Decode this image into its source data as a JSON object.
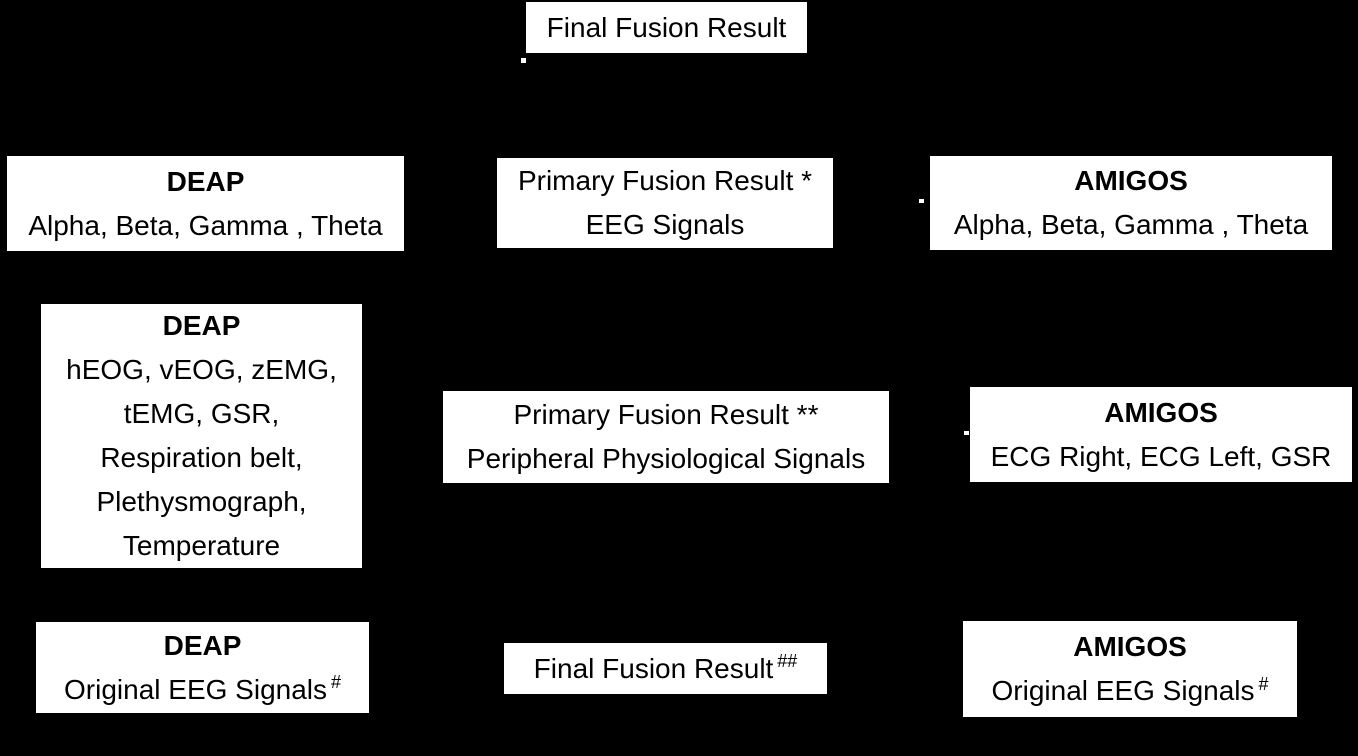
{
  "colors": {
    "background": "#000000",
    "box_background": "#ffffff",
    "box_text": "#000000"
  },
  "boxes": {
    "final_fusion_top": {
      "label": "Final Fusion Result"
    },
    "deap_eeg_bands": {
      "title": "DEAP",
      "line": "Alpha, Beta, Gamma , Theta"
    },
    "primary_fusion_eeg": {
      "line1": "Primary Fusion Result *",
      "line2": "EEG Signals"
    },
    "amigos_eeg_bands": {
      "title": "AMIGOS",
      "line": "Alpha, Beta, Gamma , Theta"
    },
    "deap_peripheral": {
      "title": "DEAP",
      "line1": "hEOG, vEOG, zEMG,",
      "line2": "tEMG, GSR,",
      "line3": "Respiration belt,",
      "line4": "Plethysmograph,",
      "line5": "Temperature"
    },
    "primary_fusion_peripheral": {
      "line1": "Primary Fusion Result **",
      "line2": "Peripheral Physiological Signals"
    },
    "amigos_peripheral": {
      "title": "AMIGOS",
      "line": "ECG Right, ECG Left, GSR"
    },
    "deap_original_eeg": {
      "title": "DEAP",
      "line": "Original EEG Signals",
      "sup": "#"
    },
    "final_fusion_bottom": {
      "label": "Final Fusion Result",
      "sup": "##"
    },
    "amigos_original_eeg": {
      "title": "AMIGOS",
      "line": "Original EEG Signals",
      "sup": "#"
    }
  }
}
